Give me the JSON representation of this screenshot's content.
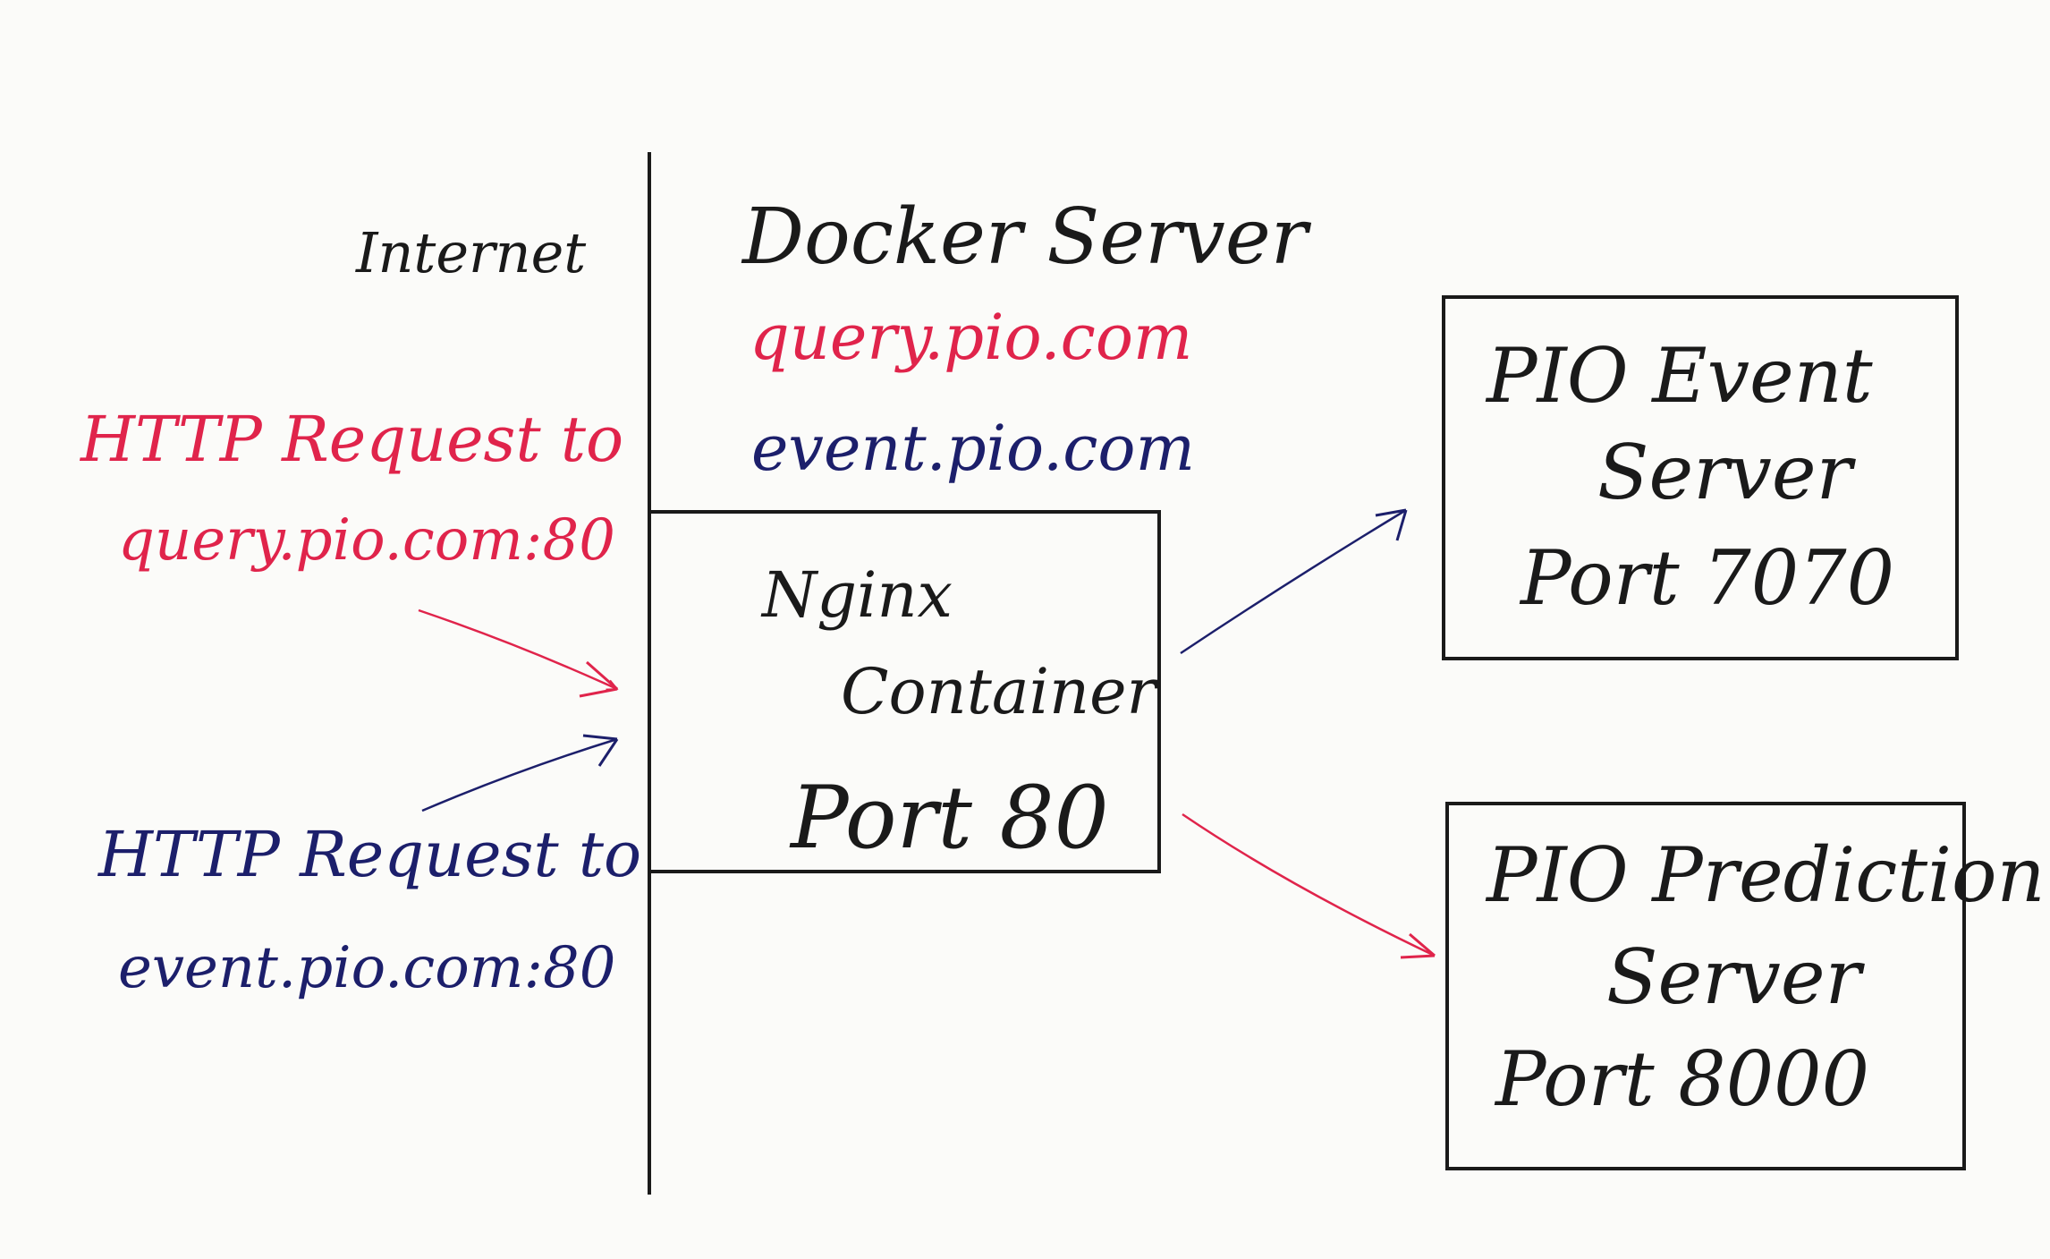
{
  "labels": {
    "internet": "Internet",
    "docker_server": "Docker Server",
    "query_domain": "query.pio.com",
    "event_domain": "event.pio.com"
  },
  "requests": {
    "query": {
      "line1": "HTTP Request to",
      "line2": "query.pio.com:80"
    },
    "event": {
      "line1": "HTTP Request to",
      "line2": "event.pio.com:80"
    }
  },
  "nginx": {
    "line1": "Nginx",
    "line2": "Container",
    "port": "Port 80"
  },
  "event_server": {
    "line1": "PIO Event",
    "line2": "Server",
    "port": "Port 7070"
  },
  "prediction_server": {
    "line1": "PIO Prediction",
    "line2": "Server",
    "port": "Port 8000"
  },
  "colors": {
    "ink": "#1a1a1a",
    "query": "#e0244b",
    "event": "#1c1f6b"
  }
}
